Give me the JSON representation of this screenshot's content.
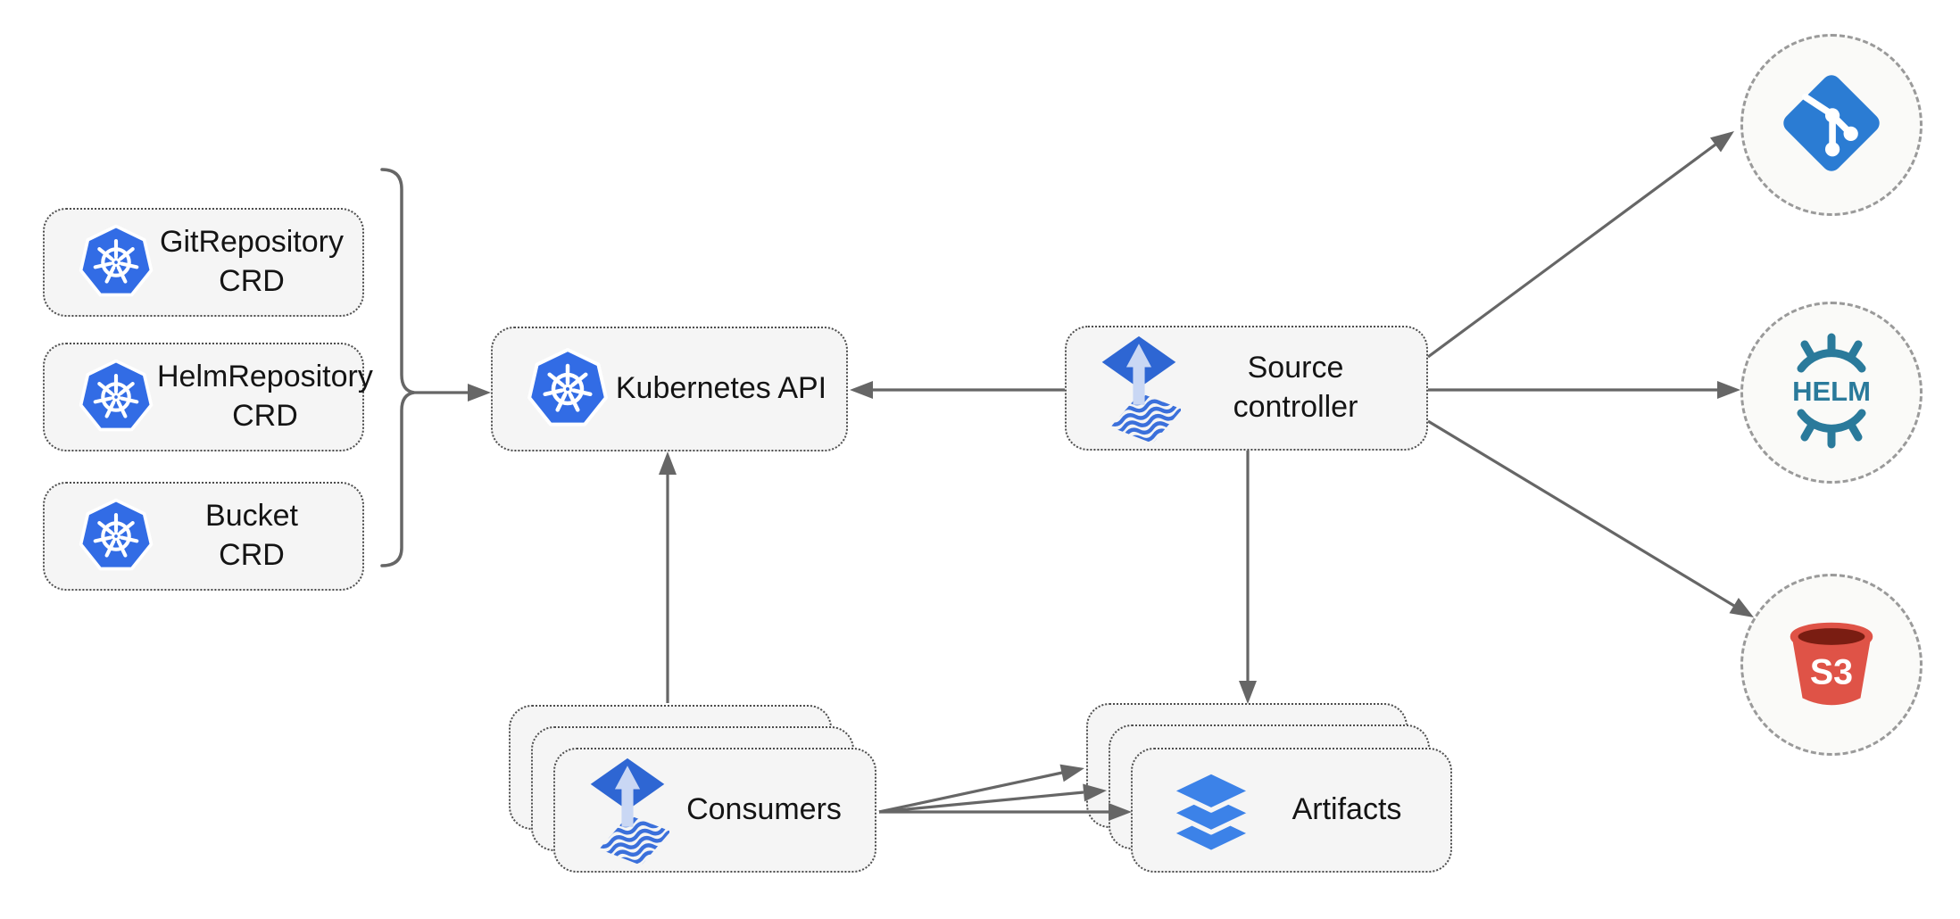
{
  "nodes": {
    "crd_boxes": [
      {
        "line1": "GitRepository",
        "line2": "CRD",
        "icon": "kubernetes-icon"
      },
      {
        "line1": "HelmRepository",
        "line2": "CRD",
        "icon": "kubernetes-icon"
      },
      {
        "line1": "Bucket",
        "line2": "CRD",
        "icon": "kubernetes-icon"
      }
    ],
    "kubernetes_api": {
      "label": "Kubernetes API",
      "icon": "kubernetes-icon"
    },
    "source_controller": {
      "line1": "Source",
      "line2": "controller",
      "icon": "flux-icon"
    },
    "consumers": {
      "label": "Consumers",
      "icon": "flux-icon",
      "stacked": 3
    },
    "artifacts": {
      "label": "Artifacts",
      "icon": "layers-icon",
      "stacked": 3
    },
    "external_sources": {
      "git": {
        "icon": "git-icon"
      },
      "helm": {
        "icon": "helm-icon",
        "label": "HELM"
      },
      "s3": {
        "icon": "s3-bucket-icon",
        "label": "S3"
      }
    }
  },
  "edges": [
    "crd-group -> kubernetes-api",
    "source-controller -> kubernetes-api",
    "consumers -> kubernetes-api",
    "source-controller -> artifacts",
    "source-controller -> git",
    "source-controller -> helm",
    "source-controller -> s3",
    "consumers -> artifacts (x3)"
  ],
  "colors": {
    "kubernetes_blue": "#326CE5",
    "flux_blue": "#2E66D3",
    "flux_arrow_light": "#C9D7F4",
    "flux_wave_blue": "#3B70DB",
    "git_blue": "#2B7CD3",
    "helm_teal": "#2A7A9B",
    "s3_red": "#DF5347",
    "s3_dark": "#7A1D12",
    "layers_blue": "#3C82E8",
    "connector": "#666666",
    "node_fill": "#F5F5F5",
    "node_border": "#4D4D4D",
    "circle_fill": "#FAFAF8",
    "circle_border": "#9A9A9A",
    "text": "#141414"
  }
}
